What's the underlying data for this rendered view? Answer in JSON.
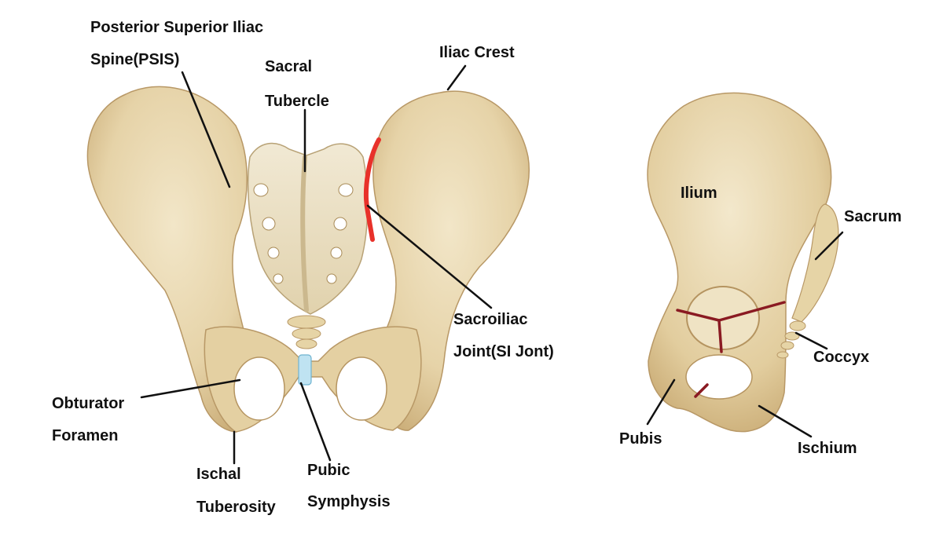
{
  "labels": {
    "psis_line1": "Posterior Superior Iliac",
    "psis_line2": "Spine(PSIS)",
    "sacral_line1": "Sacral",
    "sacral_line2": "Tubercle",
    "iliac_crest": "Iliac Crest",
    "si_line1": "Sacroiliac",
    "si_line2": "Joint(SI Jont)",
    "obturator_line1": "Obturator",
    "obturator_line2": "Foramen",
    "ischial_line1": "Ischal",
    "ischial_line2": "Tuberosity",
    "pubic_line1": "Pubic",
    "pubic_line2": "Symphysis",
    "ilium": "Ilium",
    "sacrum": "Sacrum",
    "coccyx": "Coccyx",
    "pubis": "Pubis",
    "ischium": "Ischium"
  },
  "colors": {
    "bone": "#e8d9b4",
    "bone_shadow": "#c9ae7c",
    "bone_dark": "#a88a56",
    "bone_light": "#f4ead2",
    "sacrum": "#ede4cc",
    "si_joint_marker": "#e8312a",
    "junction_lines": "#8a1a22",
    "symphysis": "#bfe3f2",
    "leader_lines": "#111111",
    "text": "#111111"
  }
}
